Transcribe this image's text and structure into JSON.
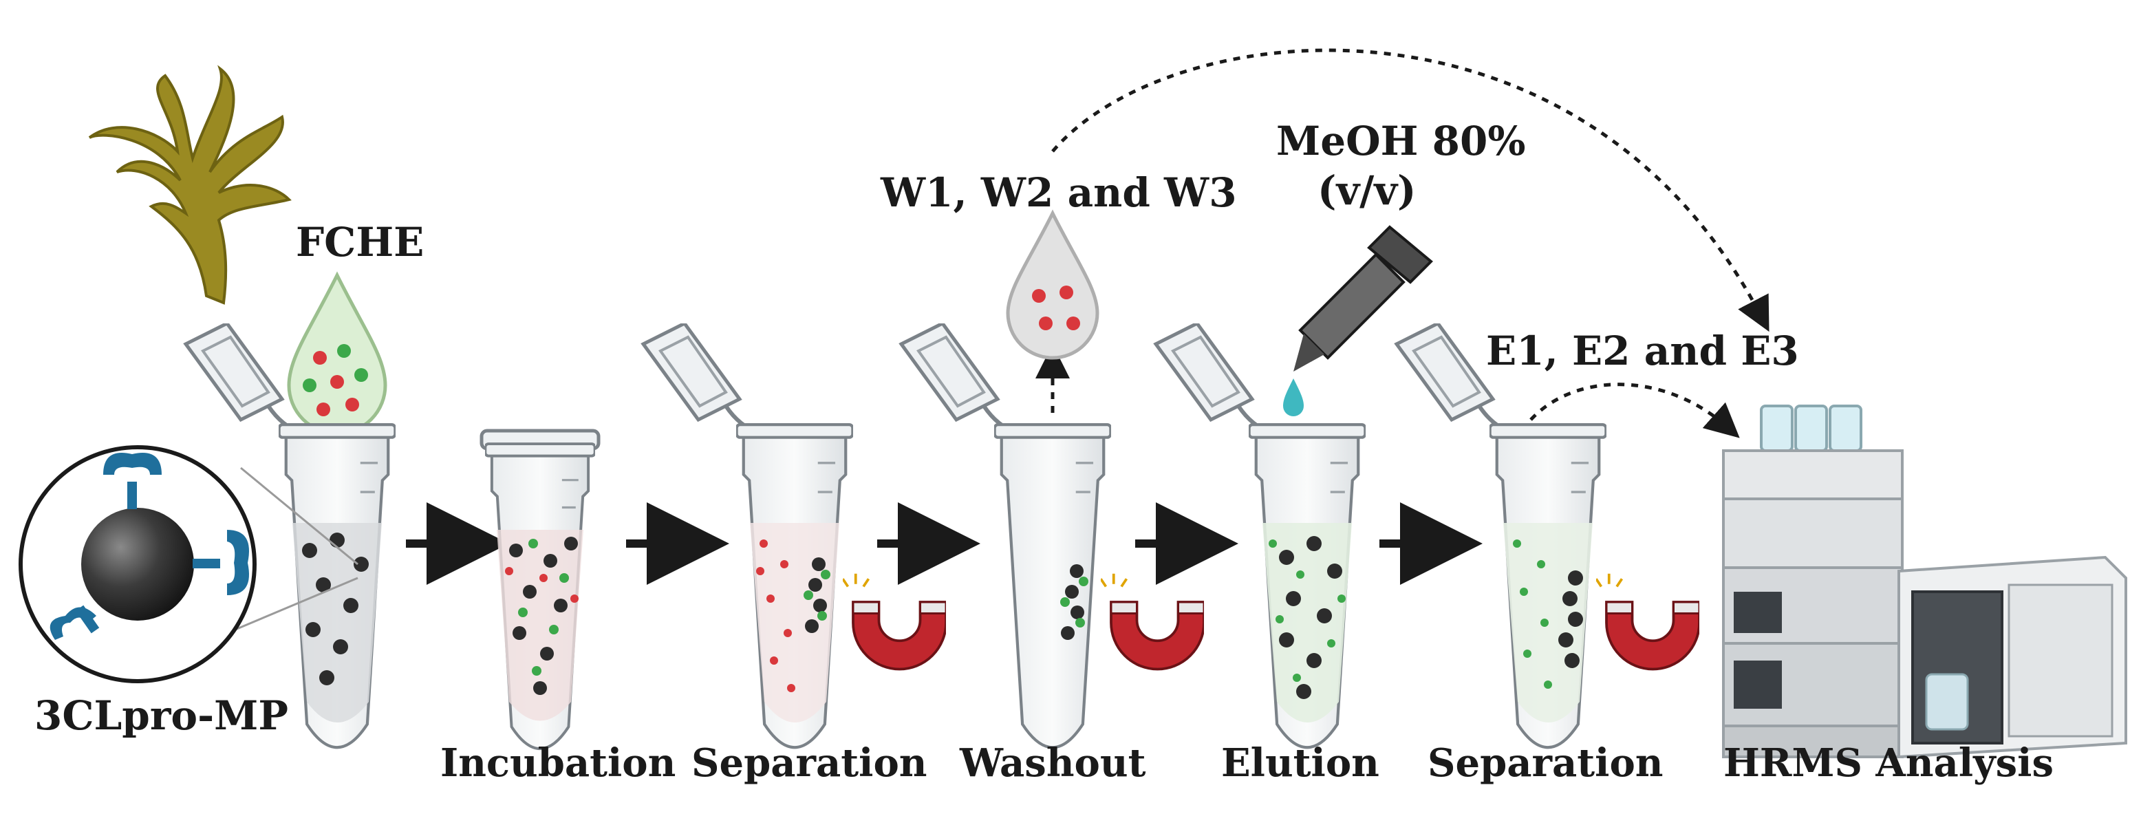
{
  "labels": {
    "fche": "FCHE",
    "beads": "3CLpro-MP",
    "washes": "W1, W2 and W3",
    "solvent_line1": "MeOH 80%",
    "solvent_line2": "(v/v)",
    "eluates": "E1, E2 and E3"
  },
  "steps": [
    {
      "label": "Incubation"
    },
    {
      "label": "Separation"
    },
    {
      "label": "Washout"
    },
    {
      "label": "Elution"
    },
    {
      "label": "Separation"
    },
    {
      "label": "HRMS Analysis"
    }
  ],
  "colors": {
    "seaweed": "#9a8a22",
    "droplet_fill": "#dcefd4",
    "droplet_wash": "#e2e2e2",
    "red_dot": "#d9383c",
    "green_dot": "#3ca84a",
    "bead": "#2c2c2c",
    "antibody": "#1f6f9c",
    "magnet_red": "#c0262d",
    "arrow": "#1a1a1a"
  },
  "icons": {
    "seaweed": "seaweed-icon",
    "magnet": "magnet-icon",
    "pipette": "pipette-icon",
    "instrument": "hrms-instrument-icon"
  }
}
